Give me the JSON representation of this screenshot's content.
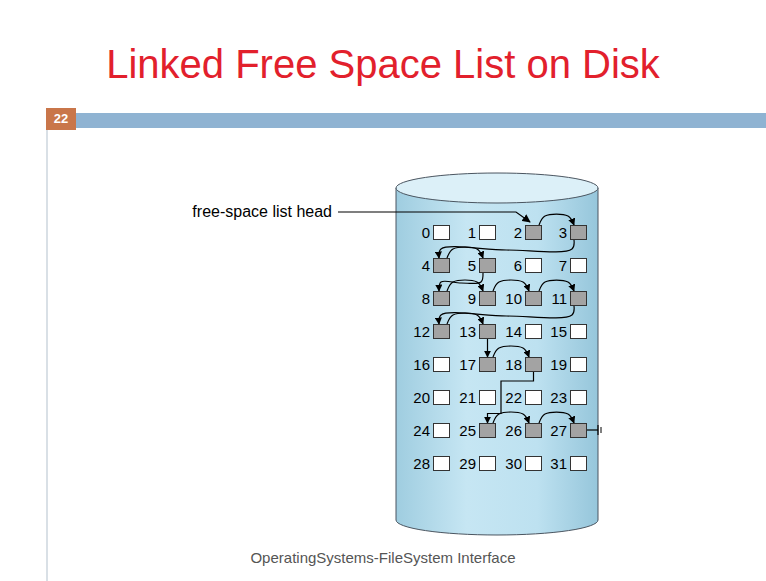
{
  "diagram": {
    "title": "Linked Free Space List on Disk",
    "nodes": [
      {
        "text": [
          "0"
        ]
      },
      {
        "text": [
          "1"
        ]
      },
      {
        "text": [
          "2"
        ]
      },
      {
        "text": [
          "3"
        ]
      },
      {
        "text": [
          "4"
        ]
      },
      {
        "text": [
          "5"
        ]
      },
      {
        "text": [
          "6"
        ]
      },
      {
        "text": [
          "7"
        ]
      },
      {
        "text": [
          "8"
        ]
      },
      {
        "text": [
          "9"
        ]
      },
      {
        "text": [
          "10"
        ]
      },
      {
        "text": [
          "11"
        ]
      },
      {
        "text": [
          "12"
        ]
      },
      {
        "text": [
          "13"
        ]
      },
      {
        "text": [
          "14"
        ]
      },
      {
        "text": [
          "15"
        ]
      },
      {
        "text": [
          "16"
        ]
      },
      {
        "text": [
          "17"
        ]
      },
      {
        "text": [
          "18"
        ]
      },
      {
        "text": [
          "19"
        ]
      },
      {
        "text": [
          "20"
        ]
      },
      {
        "text": [
          "21"
        ]
      },
      {
        "text": [
          "22"
        ]
      },
      {
        "text": [
          "23"
        ]
      },
      {
        "text": [
          "24"
        ]
      },
      {
        "text": [
          "25"
        ]
      },
      {
        "text": [
          "26"
        ]
      },
      {
        "text": [
          "27"
        ]
      },
      {
        "text": [
          "28"
        ]
      },
      {
        "text": [
          "29"
        ]
      },
      {
        "text": [
          "30"
        ]
      },
      {
        "text": [
          "31"
        ]
      }
    ],
    "edges": [
      {
        "from": 2,
        "to": 3,
        "arrow": "to"
      },
      {
        "from": 3,
        "to": 4,
        "arrow": "to"
      },
      {
        "from": 4,
        "to": 5,
        "arrow": "to"
      },
      {
        "from": 5,
        "to": 8,
        "arrow": "to"
      },
      {
        "from": 8,
        "to": 9,
        "arrow": "to"
      },
      {
        "from": 9,
        "to": 10,
        "arrow": "to"
      },
      {
        "from": 10,
        "to": 11,
        "arrow": "to"
      },
      {
        "from": 11,
        "to": 12,
        "arrow": "to"
      },
      {
        "from": 12,
        "to": 13,
        "arrow": "to"
      },
      {
        "from": 13,
        "to": 17,
        "arrow": "to"
      },
      {
        "from": 17,
        "to": 18,
        "arrow": "to"
      },
      {
        "from": 18,
        "to": 25,
        "arrow": "to"
      },
      {
        "from": 25,
        "to": 26,
        "arrow": "to"
      },
      {
        "from": 26,
        "to": 27,
        "arrow": "to"
      }
    ],
    "labels": [
      "22",
      "free-space list head",
      "OperatingSystems-FileSystem Interface"
    ]
  }
}
